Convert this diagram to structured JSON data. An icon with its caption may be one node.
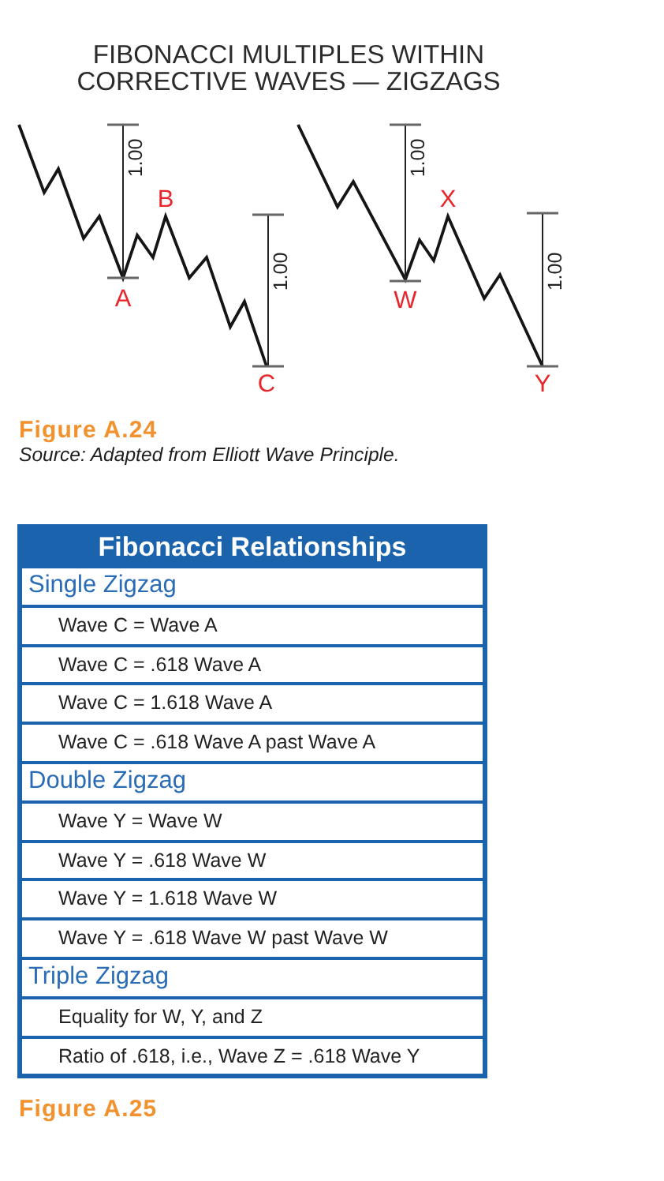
{
  "diagram": {
    "title": "FIBONACCI MULTIPLES WITHIN CORRECTIVE WAVES — ZIGZAGS",
    "caption": "Figure A.24",
    "labels": [
      "1.00",
      "B",
      "A",
      "1.00",
      "C",
      "1.00",
      "X",
      "W",
      "1.00",
      "Y",
      "Source: Adapted from Elliott Wave Principle.",
      "Fibonacci Relationships",
      "Single Zigzag",
      "Wave C = Wave A",
      "Wave C = .618 Wave A",
      "Wave C = 1.618 Wave A",
      "Wave C = .618 Wave A past Wave A",
      "Double Zigzag",
      "Wave Y = Wave W",
      "Wave Y = .618 Wave W",
      "Wave Y = 1.618 Wave W",
      "Wave Y = .618 Wave W past Wave W",
      "Triple Zigzag",
      "Equality for W, Y, and Z",
      "Ratio of .618, i.e., Wave Z = .618 Wave Y",
      "Figure A.25"
    ]
  }
}
